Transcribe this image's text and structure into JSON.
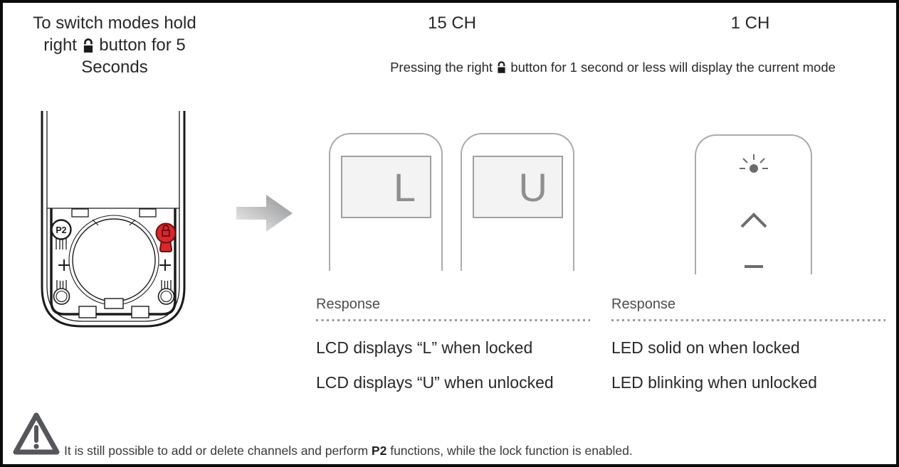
{
  "top_left_note": {
    "line1": "To switch modes hold",
    "line2_pre": "right",
    "line2_post": "button for 5",
    "line3": "Seconds"
  },
  "headers": {
    "left_mode": "15 CH",
    "right_mode": "1 CH"
  },
  "pressing_note": {
    "pre": "Pressing the right",
    "post": "button for 1 second or less will display the current mode"
  },
  "remote_back": {
    "p2_label": "P2"
  },
  "lcd_remotes": {
    "locked_letter": "L",
    "unlocked_letter": "U"
  },
  "response_lcd": {
    "heading": "Response",
    "items": [
      "LCD displays “L” when locked",
      "LCD displays “U” when unlocked"
    ]
  },
  "response_led": {
    "heading": "Response",
    "items": [
      "LED solid on when locked",
      "LED blinking when unlocked"
    ]
  },
  "footer": {
    "pre": "It is still possible to add or delete channels and perform",
    "bold": "P2",
    "post": "functions, while the lock function is enabled."
  },
  "colors": {
    "accent_red": "#d7282c",
    "outline_gray": "#aaabad",
    "text_dark": "#26282a",
    "icon_gray": "#6b6c6e"
  }
}
